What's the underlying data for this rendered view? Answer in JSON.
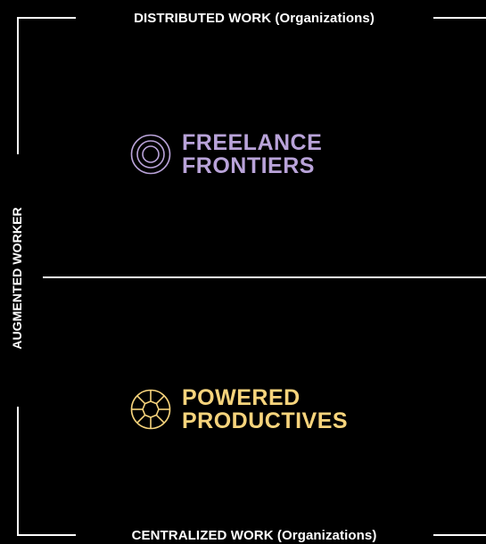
{
  "axes": {
    "top": "DISTRIBUTED WORK (Organizations)",
    "bottom": "CENTRALIZED WORK (Organizations)",
    "left": "AUGMENTED WORKER"
  },
  "segments": [
    {
      "line1": "FREELANCE",
      "line2": "FRONTIERS",
      "color": "#b9a3d9",
      "icon": "concentric-circles-icon"
    },
    {
      "line1": "POWERED",
      "line2": "PRODUCTIVES",
      "color": "#f7d47c",
      "icon": "segmented-wheel-icon"
    }
  ],
  "colors": {
    "background": "#000000",
    "lines": "#ffffff"
  }
}
